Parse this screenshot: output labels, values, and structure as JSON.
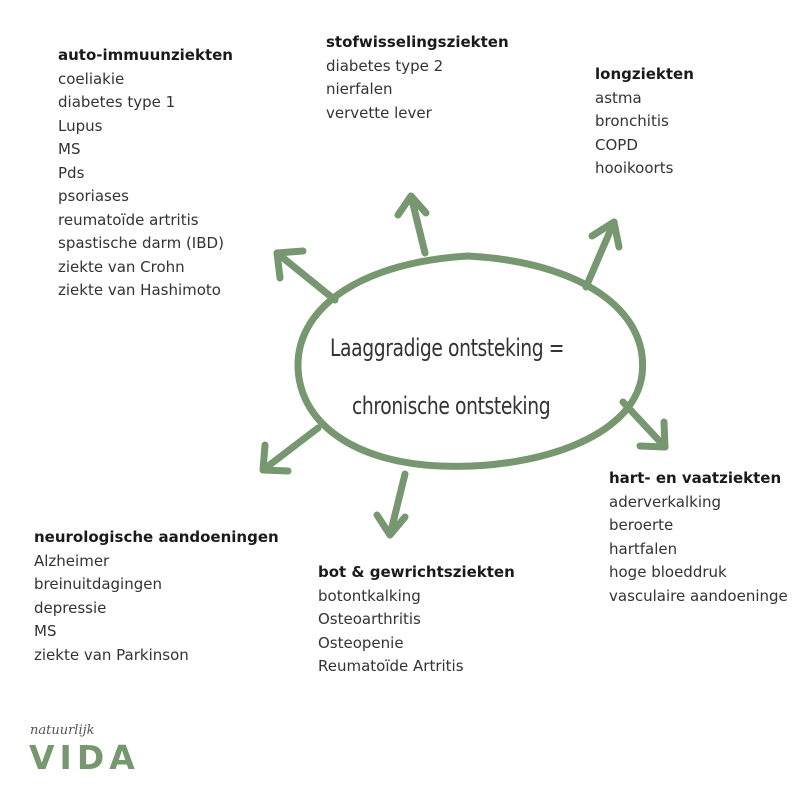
{
  "colors": {
    "accent": "#76976f",
    "text": "#333333"
  },
  "center": {
    "line1": "Laaggradige ontsteking =",
    "line2": "chronische ontsteking"
  },
  "groups": {
    "auto": {
      "title": "auto-immuunziekten",
      "items": [
        "coeliakie",
        "diabetes type 1",
        "Lupus",
        "MS",
        "Pds",
        "psoriases",
        "reumatoïde artritis",
        "spastische darm (IBD)",
        "ziekte van Crohn",
        "ziekte van Hashimoto"
      ]
    },
    "stof": {
      "title": "stofwisselingsziekten",
      "items": [
        "diabetes type 2",
        "nierfalen",
        "vervette lever"
      ]
    },
    "long": {
      "title": "longziekten",
      "items": [
        "astma",
        "bronchitis",
        "COPD",
        "hooikoorts"
      ]
    },
    "hart": {
      "title": "hart- en vaatziekten",
      "items": [
        "aderverkalking",
        "beroerte",
        "hartfalen",
        "hoge bloeddruk",
        "vasculaire aandoeninge"
      ]
    },
    "neuro": {
      "title": "neurologische aandoeningen",
      "items": [
        "Alzheimer",
        "breinuitdagingen",
        "depressie",
        "MS",
        "ziekte van Parkinson"
      ]
    },
    "bot": {
      "title": "bot & gewrichtsziekten",
      "items": [
        "botontkalking",
        "Osteoarthritis",
        "Osteopenie",
        "Reumatoïde Artritis"
      ]
    }
  },
  "logo": {
    "script": "natuurlijk",
    "word": "VIDA"
  }
}
